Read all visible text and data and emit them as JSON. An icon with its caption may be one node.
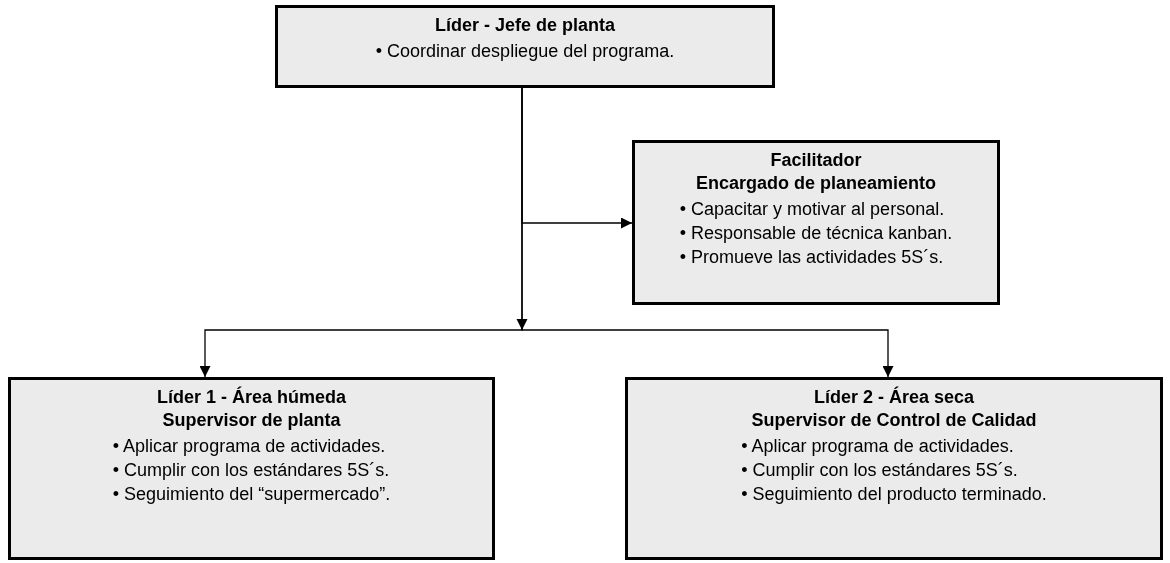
{
  "diagram": {
    "nodes": [
      {
        "text": [
          "Líder - Jefe de planta",
          "• Coordinar despliegue del programa."
        ]
      },
      {
        "text": [
          "Facilitador",
          "Encargado de planeamiento",
          "• Capacitar y motivar al personal.",
          "• Responsable de técnica kanban.",
          "• Promueve las actividades 5S´s."
        ]
      },
      {
        "text": [
          "Líder 1 - Área húmeda",
          "Supervisor de planta",
          "• Aplicar programa de actividades.",
          "• Cumplir con los estándares 5S´s.",
          "• Seguimiento del “supermercado”."
        ]
      },
      {
        "text": [
          "Líder 2 - Área seca",
          "Supervisor de Control de Calidad",
          "• Aplicar programa de actividades.",
          "• Cumplir con los estándares 5S´s.",
          "• Seguimiento del producto terminado."
        ]
      }
    ],
    "edges": [
      {
        "from": 0,
        "to": 1,
        "arrow": "to"
      },
      {
        "from": 0,
        "to": 2,
        "arrow": "to"
      },
      {
        "from": 0,
        "to": 3,
        "arrow": "to"
      }
    ]
  }
}
